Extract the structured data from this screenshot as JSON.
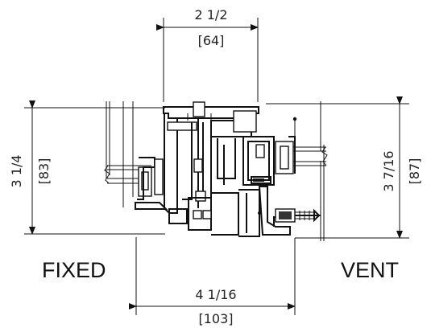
{
  "dimensions": {
    "top_width": {
      "imperial": "2 1/2",
      "metric": "[64]"
    },
    "left_height": {
      "imperial": "3 1/4",
      "metric": "[83]"
    },
    "right_height": {
      "imperial": "3 7/16",
      "metric": "[87]"
    },
    "bottom_width": {
      "imperial": "4 1/16",
      "metric": "[103]"
    }
  },
  "labels": {
    "left": "FIXED",
    "right": "VENT"
  },
  "colors": {
    "ink": "#111111",
    "background": "#ffffff"
  }
}
